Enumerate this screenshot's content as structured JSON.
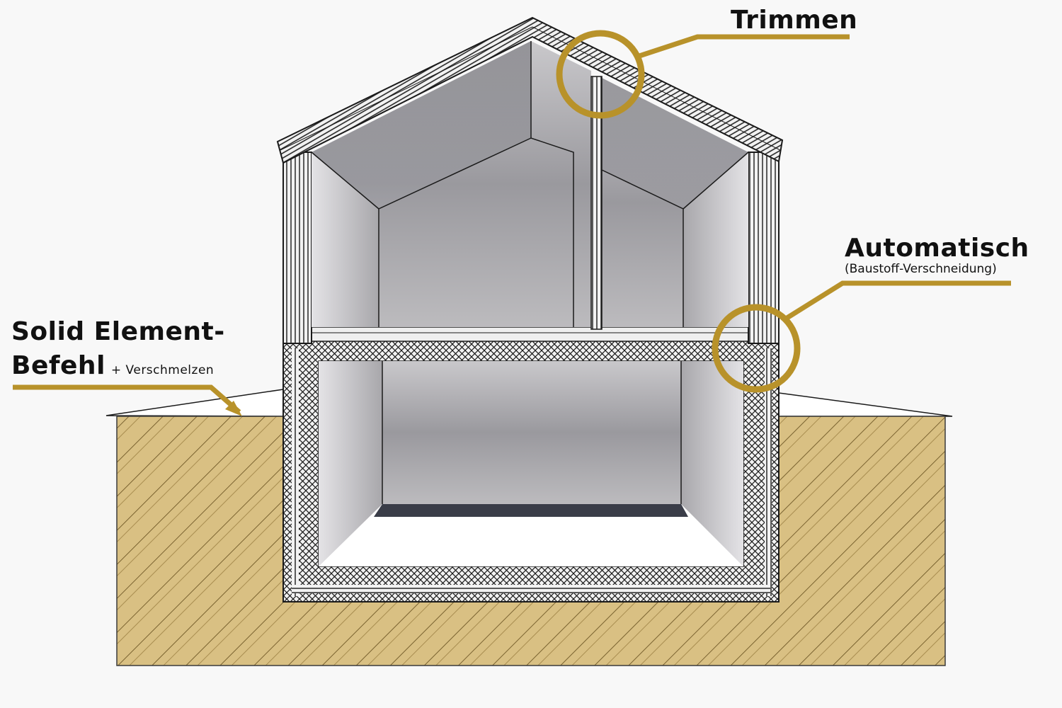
{
  "labels": {
    "trimmen": "Trimmen",
    "automatisch": "Automatisch",
    "automatisch_sub": "(Baustoff-Verschneidung)",
    "solid_line1": "Solid Element-",
    "solid_line2": "Befehl",
    "solid_sub": "+ Verschmelzen"
  },
  "colors": {
    "background": "#f8f8f8",
    "accent": "#b8922a",
    "soil": "#d9c083",
    "wall_hatch": "#1a1a1a",
    "interior": "#a9a9ad"
  }
}
